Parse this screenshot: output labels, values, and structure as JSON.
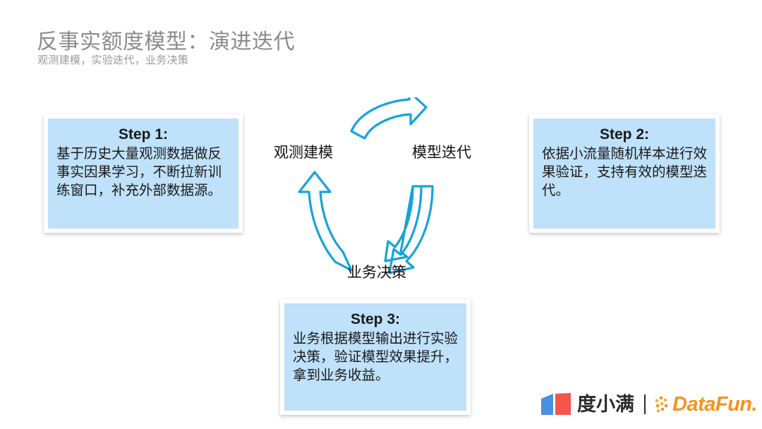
{
  "header": {
    "title": "反事实额度模型：演进迭代",
    "subtitle": "观测建模，实验迭代，业务决策"
  },
  "colors": {
    "box_fill": "#bfe1fa",
    "box_border": "#ffffff",
    "arrow": "#17a2dc",
    "title_gray": "#8c8c8c",
    "logo_blue": "#4a90e2",
    "logo_red": "#f4564a",
    "datafun_orange": "#f7931e"
  },
  "steps": [
    {
      "name": "step-1",
      "heading": "Step 1:",
      "body": "基于历史大量观测数据做反事实因果学习，不断拉新训练窗口，补充外部数据源。"
    },
    {
      "name": "step-2",
      "heading": "Step 2:",
      "body": "依据小流量随机样本进行效果验证，支持有效的模型迭代。"
    },
    {
      "name": "step-3",
      "heading": "Step 3:",
      "body": "业务根据模型输出进行实验决策，验证模型效果提升，拿到业务收益。"
    }
  ],
  "cycle": {
    "labels": {
      "observe": "观测建模",
      "iterate": "模型迭代",
      "decision": "业务决策"
    },
    "arrows": [
      {
        "name": "arrow-top-right",
        "direction": "observe-to-iterate"
      },
      {
        "name": "arrow-right-down",
        "direction": "iterate-to-decision"
      },
      {
        "name": "arrow-left-up",
        "direction": "decision-to-observe"
      }
    ]
  },
  "footer": {
    "duxiaoman": "度小满",
    "divider": "|",
    "datafun": "DataFun."
  }
}
